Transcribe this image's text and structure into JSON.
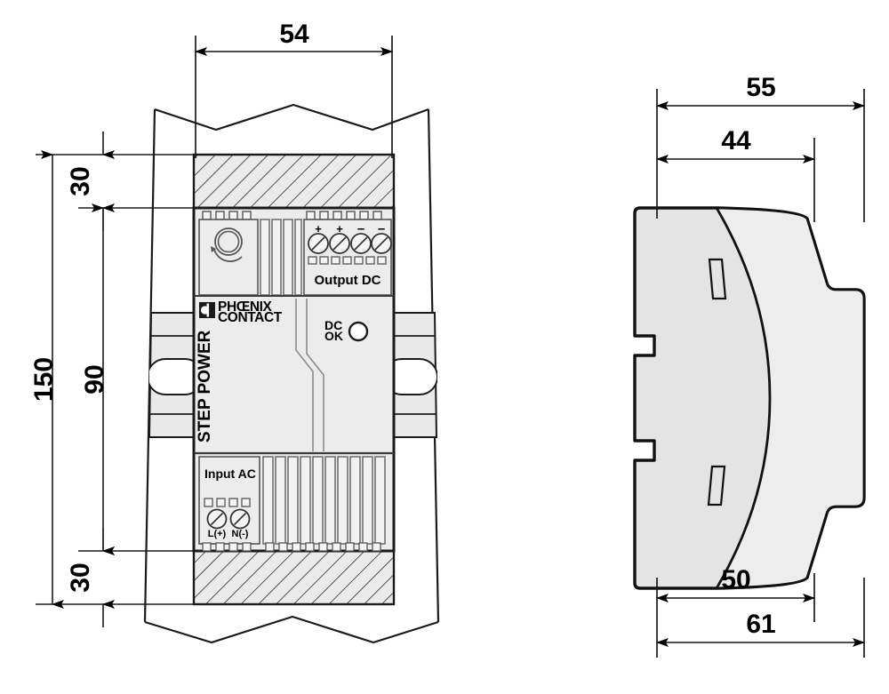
{
  "drawing": {
    "type": "mechanical-dimension-drawing",
    "subject": "STEP POWER DIN-rail power supply",
    "views": [
      "front-view",
      "side-view"
    ],
    "units": "mm (implied, unlabeled)",
    "line_color": "#1a1a1a",
    "body_fill": "#ececec",
    "hatch_fill": "#ebebeb",
    "rail_fill": "#e9e9e9"
  },
  "front_view": {
    "dimensions": {
      "width_overall": "54",
      "height_overall": "150",
      "height_middle": "90",
      "height_top_hatch": "30",
      "height_bottom_hatch": "30"
    },
    "brand": {
      "name_line1": "PHŒNIX",
      "name_line2": "CONTACT"
    },
    "product_name": "STEP POWER",
    "indicator": {
      "label_line1": "DC",
      "label_line2": "OK",
      "type": "led-circle"
    },
    "output_block": {
      "label": "Output DC",
      "terminal_marks": [
        "+",
        "+",
        "–",
        "–"
      ]
    },
    "input_block": {
      "label": "Input AC",
      "terminal_marks": [
        "L(+)",
        "N(-)"
      ]
    },
    "adjust_knob": {
      "type": "rotary-potentiometer"
    }
  },
  "side_view": {
    "dimensions": {
      "top_outer": "55",
      "top_inner": "44",
      "bottom_inner": "50",
      "bottom_outer": "61"
    }
  }
}
